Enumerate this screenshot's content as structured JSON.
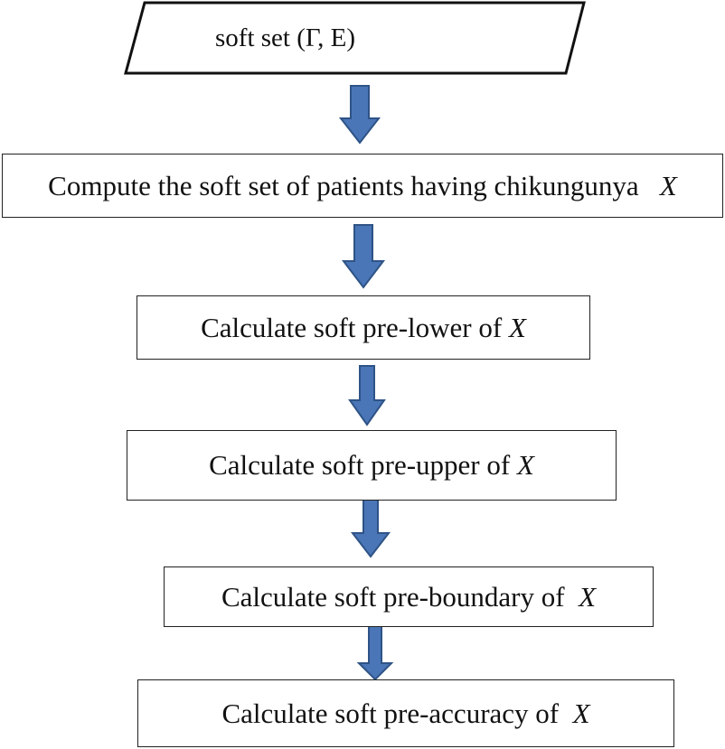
{
  "flowchart": {
    "start": {
      "text": "soft set",
      "params": "(Γ, E)"
    },
    "steps": [
      {
        "text": "Compute the soft set of patients having chikungunya",
        "var": "X"
      },
      {
        "text": "Calculate soft pre-lower of",
        "var": "X"
      },
      {
        "text": "Calculate soft pre-upper of",
        "var": "X"
      },
      {
        "text": "Calculate soft pre-boundary of",
        "var": "X"
      },
      {
        "text": "Calculate soft pre-accuracy of",
        "var": "X"
      }
    ]
  },
  "colors": {
    "arrow_fill": "#4a76b8",
    "arrow_stroke": "#2e5386",
    "box_border": "#222222"
  }
}
